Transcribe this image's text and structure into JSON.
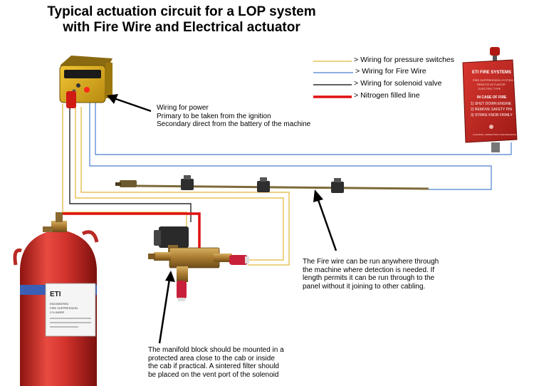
{
  "title": {
    "line1": "Typical actuation circuit for a LOP system",
    "line2": "with Fire Wire and Electrical actuator"
  },
  "legend": [
    {
      "label": "Wiring for pressure switches",
      "color": "#e8c25a"
    },
    {
      "label": "Wiring for Fire Wire",
      "color": "#4a7fd0"
    },
    {
      "label": "Wiring  for solenoid  valve",
      "color": "#000000"
    },
    {
      "label": "Nitrogen filled  line",
      "color": "#e01010"
    }
  ],
  "legend_marker": ">",
  "notes": {
    "power": [
      "Wiring for power",
      "Primary to be taken from the ignition",
      "Secondary  direct from the battery of the machine"
    ],
    "firewire": [
      "The Fire wire can be run anywhere through",
      "the machine where detection is needed. If",
      "length permits it can be run through to the",
      "panel without  it joining to other cabling."
    ],
    "manifold": [
      "The manifold block should be mounted in a",
      "protected area  close to the cab or inside",
      "the cab if practical.  A sintered filter should",
      "be placed on the vent port of the solenoid"
    ]
  },
  "panel": {
    "brand": "ETI FIRE SYSTEMS",
    "lines": [
      "FIRE SUPPRESSION SYSTEM",
      "REMOTE ACTUATOR",
      "ELECTRIC TYPE"
    ],
    "case_title": "IN CASE OF FIRE",
    "steps": [
      "1) SHUT DOWN ENGINE",
      "2) REMOVE SAFETY PIN",
      "3) STRIKE KNOB FIRMLY"
    ],
    "footer": "CLEANING, INSPECTION & MAINTENANCE"
  },
  "cylinder_label": {
    "brand": "ETI",
    "lines": [
      "ENGINEERED",
      "FIRE SUPPRESSION",
      "CYLINDER"
    ]
  },
  "colors": {
    "pressure_switch_wiring": "#e8c25a",
    "fire_wire": "#4a7fd0",
    "solenoid_wiring": "#000000",
    "nitrogen_line": "#e01010",
    "cylinder": "#d2322c",
    "panel": "#c92a26",
    "control_box": "#e6b21c"
  }
}
